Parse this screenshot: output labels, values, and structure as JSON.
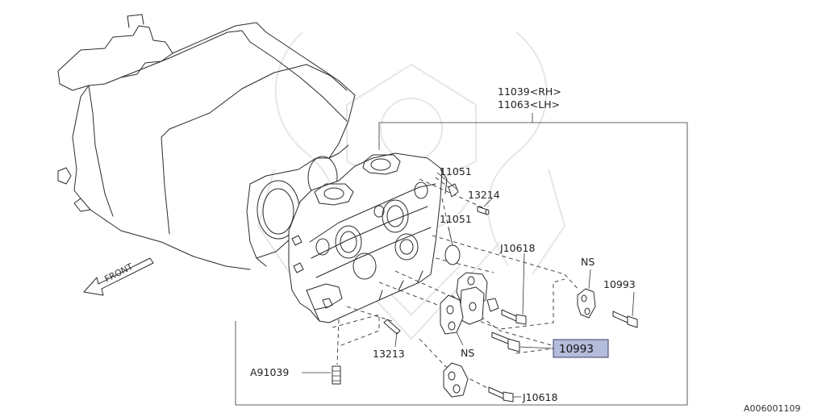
{
  "labels": {
    "head_rh": "11039<RH>",
    "head_lh": "11063<LH>",
    "plug_upper": "11051",
    "pin": "13214",
    "plug_lower": "11051",
    "bolt_j_upper": "J10618",
    "ns_upper": "NS",
    "bolt_10993_right": "10993",
    "bolt_10993_highlight": "10993",
    "ns_lower": "NS",
    "pin_lower": "13213",
    "stud": "A91039",
    "bolt_j_lower": "J10618",
    "front": "FRONT",
    "diagram_id": "A006001109"
  },
  "highlight": {
    "fill": "#b4bcdc",
    "border": "#3a3f66"
  }
}
